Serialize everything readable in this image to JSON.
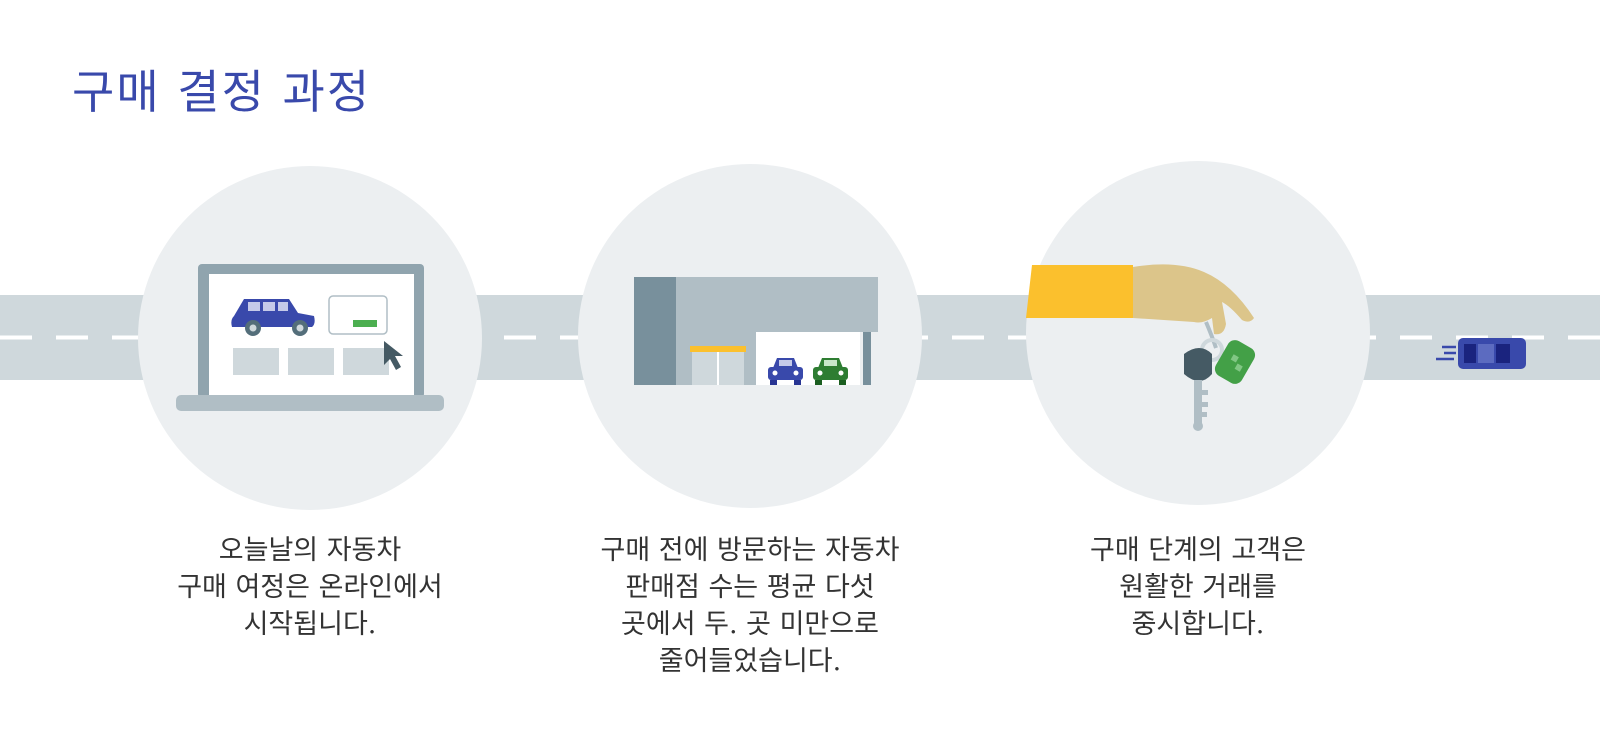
{
  "page": {
    "title": "구매 결정 과정"
  },
  "steps": [
    {
      "caption": "오늘날의 자동차\n구매 여정은 온라인에서\n시작됩니다.",
      "icon": "laptop-car-listing-icon"
    },
    {
      "caption": "구매 전에 방문하는 자동차\n판매점 수는 평균 다섯\n곳에서 두. 곳 미만으로\n줄어들었습니다.",
      "icon": "dealership-icon"
    },
    {
      "caption": "구매 단계의 고객은\n원활한 거래를\n중시합니다.",
      "icon": "hand-holding-keys-icon"
    }
  ],
  "colors": {
    "title": "#3949ab",
    "road": "#cfd8dc",
    "circle": "#eceff1",
    "car_blue": "#3949ab",
    "car_green": "#2e7d32",
    "sleeve": "#fbc02d",
    "hand": "#dcc58a"
  }
}
